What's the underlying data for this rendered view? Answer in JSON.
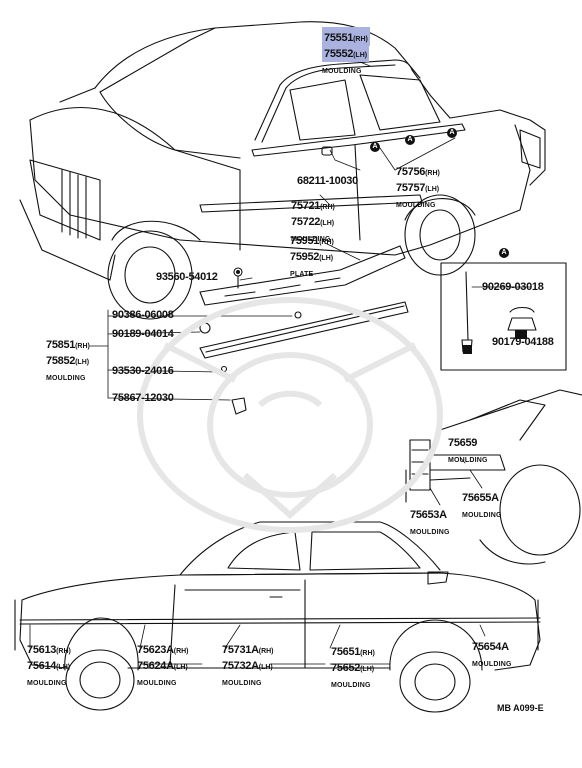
{
  "diagram": {
    "callouts": {
      "a": {
        "pn1": "75551",
        "s1": "(RH)",
        "pn2": "75552",
        "s2": "(LH)",
        "cap": "MOULDING"
      },
      "b": {
        "pn1": "75756",
        "s1": "(RH)",
        "pn2": "75757",
        "s2": "(LH)",
        "cap": "MOULDING"
      },
      "c": {
        "pn": "68211-10030"
      },
      "d": {
        "pn1": "75721",
        "s1": "(RH)",
        "pn2": "75722",
        "s2": "(LH)",
        "cap": "MOULDING"
      },
      "e": {
        "pn1": "75951",
        "s1": "(RH)",
        "pn2": "75952",
        "s2": "(LH)",
        "cap": "PLATE"
      },
      "f": {
        "pn": "93560-54012"
      },
      "g": {
        "pn": "90386-06008"
      },
      "h": {
        "pn": "90189-04014"
      },
      "i": {
        "pn1": "75851",
        "s1": "(RH)",
        "pn2": "75852",
        "s2": "(LH)",
        "cap": "MOULDING"
      },
      "j": {
        "pn": "93530-24016"
      },
      "k": {
        "pn": "75867-12030"
      },
      "l": {
        "pn": "90269-03018"
      },
      "m": {
        "pn": "90179-04188"
      },
      "n": {
        "pn": "75659",
        "cap": "MOULDING"
      },
      "o": {
        "pn": "75655A",
        "cap": "MOULDING"
      },
      "p": {
        "pn": "75653A",
        "cap": "MOULDING"
      },
      "q": {
        "pn1": "75613",
        "s1": "(RH)",
        "pn2": "75614",
        "s2": "(LH)",
        "cap": "MOULDING"
      },
      "r": {
        "pn1": "75623A",
        "s1": "(RH)",
        "pn2": "75624A",
        "s2": "(LH)",
        "cap": "MOULDING"
      },
      "s": {
        "pn1": "75731A",
        "s1": "(RH)",
        "pn2": "75732A",
        "s2": "(LH)",
        "cap": "MOULDING"
      },
      "t": {
        "pn1": "75651",
        "s1": "(RH)",
        "pn2": "75652",
        "s2": "(LH)",
        "cap": "MOULDING"
      },
      "u": {
        "pn": "75654A",
        "cap": "MOULDING"
      }
    },
    "marker_letter": "A",
    "footer_code": "MB A099-E",
    "highlight_color": "#aab3e0",
    "line_color": "#111111"
  }
}
